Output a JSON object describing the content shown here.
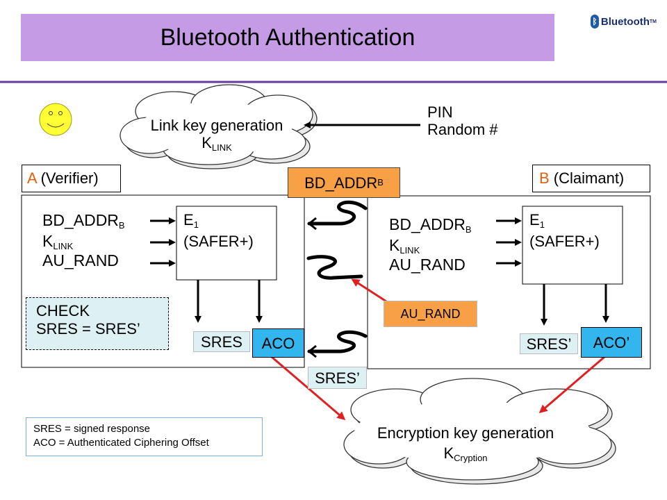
{
  "title": "Bluetooth Authentication",
  "logo": {
    "mark": "ᛒ",
    "text": "Bluetooth",
    "tm": "TM"
  },
  "link_cloud": {
    "line1": "Link key generation",
    "key_main": "K",
    "key_sub": "LINK"
  },
  "pin_input": {
    "line1": "PIN",
    "line2": "Random #"
  },
  "verifier": {
    "letter": "A",
    "label": " (Verifier)",
    "inputs": {
      "bdaddr_main": "BD_ADDR",
      "bdaddr_sub": "B",
      "klink_main": "K",
      "klink_sub": "LINK",
      "aurand": "AU_RAND"
    },
    "e1": {
      "main": "E",
      "sub": "1",
      "line2": "(SAFER+)"
    },
    "check": {
      "line1": "CHECK",
      "line2": "SRES = SRES’"
    },
    "sres": "SRES",
    "aco": "ACO"
  },
  "claimant": {
    "letter": "B",
    "label": " (Claimant)",
    "inputs": {
      "bdaddr_main": "BD_ADDR",
      "bdaddr_sub": "B",
      "klink_main": "K",
      "klink_sub": "LINK",
      "aurand": "AU_RAND"
    },
    "e1": {
      "main": "E",
      "sub": "1",
      "line2": "(SAFER+)"
    },
    "sres": "SRES’",
    "aco": "ACO’"
  },
  "messages": {
    "bdaddr_main": "BD_ADDR",
    "bdaddr_sub": "B",
    "aurand": "AU_RAND",
    "sres": "SRES’"
  },
  "enc_cloud": {
    "line1": "Encryption key generation",
    "key_main": "K",
    "key_sub": "Cryption"
  },
  "legend": {
    "line1": "SRES = signed response",
    "line2": "ACO = Authenticated Ciphering Offset"
  },
  "colors": {
    "title_bg": "#c59be6",
    "orange": "#f7a045",
    "blue": "#33b5ee",
    "light": "#ddf0f4",
    "red_arrow": "#e02020",
    "face": "#ffff33",
    "rule": "#6a3a9a"
  }
}
